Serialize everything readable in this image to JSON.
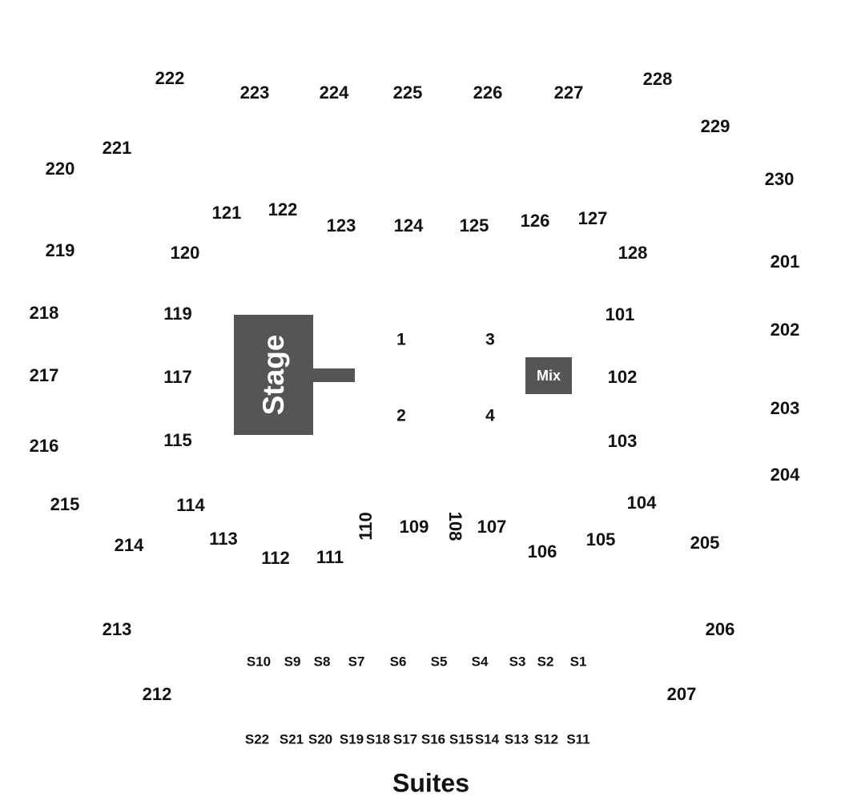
{
  "stage_label": "Stage",
  "mix_label": "Mix",
  "suites_title": "Suites",
  "upper_sections": [
    "201",
    "202",
    "203",
    "204",
    "205",
    "206",
    "207",
    "212",
    "213",
    "214",
    "215",
    "216",
    "217",
    "218",
    "219",
    "220",
    "221",
    "222",
    "223",
    "224",
    "225",
    "226",
    "227",
    "228",
    "229",
    "230"
  ],
  "lower_sections": [
    "101",
    "102",
    "103",
    "104",
    "105",
    "106",
    "107",
    "108",
    "109",
    "110",
    "111",
    "112",
    "113",
    "114",
    "115",
    "117",
    "119",
    "120",
    "121",
    "122",
    "123",
    "124",
    "125",
    "126",
    "127",
    "128"
  ],
  "floor_sections": [
    "1",
    "2",
    "3",
    "4"
  ],
  "suites": [
    "S1",
    "S2",
    "S3",
    "S4",
    "S5",
    "S6",
    "S7",
    "S8",
    "S9",
    "S10",
    "S11",
    "S12",
    "S13",
    "S14",
    "S15",
    "S16",
    "S17",
    "S18",
    "S19",
    "S20",
    "S21",
    "S22"
  ],
  "colors": {
    "stage": "#555555",
    "text": "#111111",
    "background": "#ffffff"
  }
}
